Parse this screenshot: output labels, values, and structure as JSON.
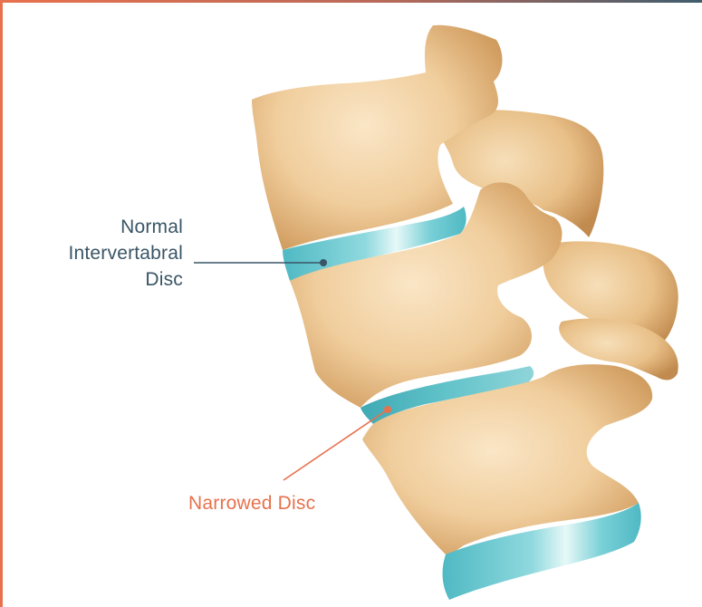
{
  "labels": {
    "normal_line1": "Normal",
    "normal_line2": "Intervertabral",
    "normal_line3": "Disc",
    "narrowed": "Narrowed Disc"
  },
  "colors": {
    "normal_label": "#3a5566",
    "narrowed_label": "#e8714d",
    "border_orange": "#e8714d",
    "border_teal": "#3f5d6d",
    "bone_light": "#f6ddb8",
    "bone_mid": "#e9bf88",
    "bone_dark": "#c99558",
    "disc_teal": "#5cc3cc",
    "disc_light": "#c9eef0"
  }
}
